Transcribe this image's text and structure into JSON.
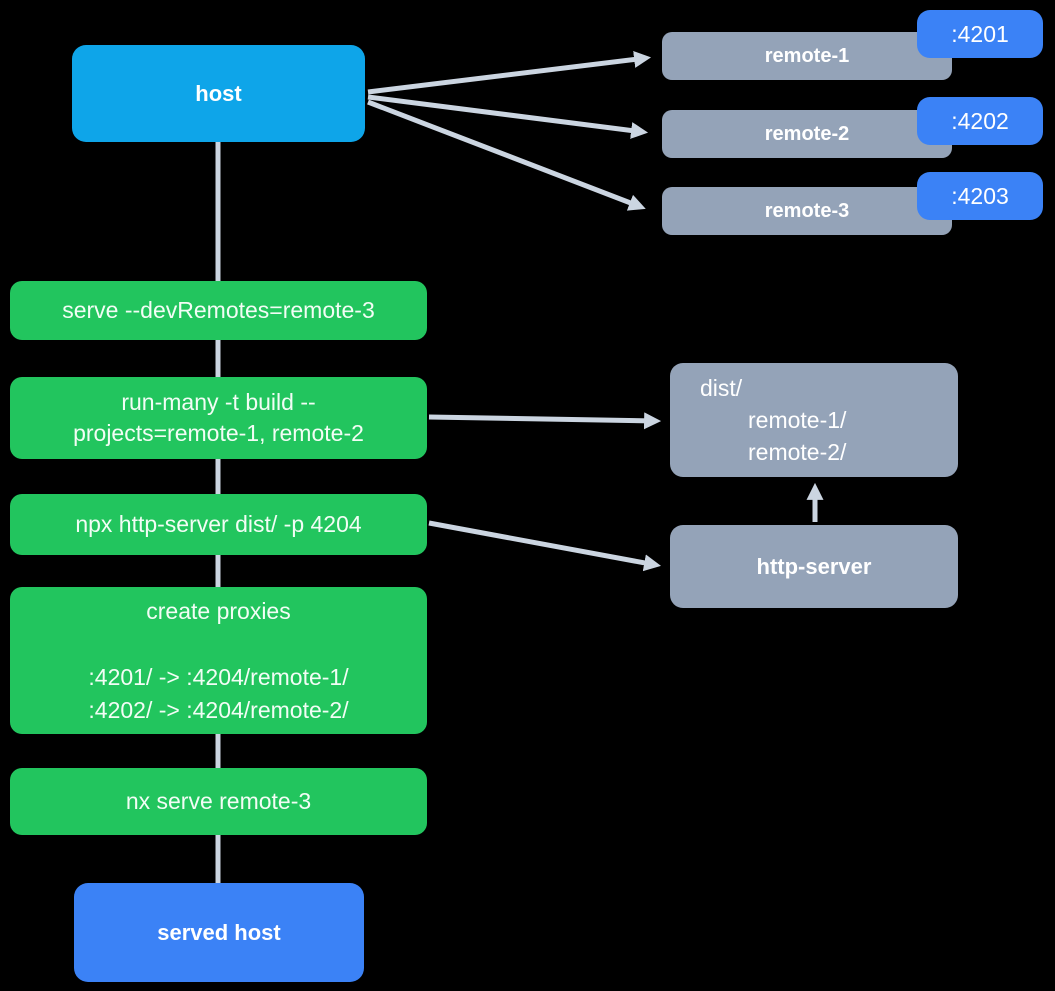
{
  "diagram": {
    "host": {
      "label": "host"
    },
    "remotes": [
      {
        "label": "remote-1",
        "port": ":4201"
      },
      {
        "label": "remote-2",
        "port": ":4202"
      },
      {
        "label": "remote-3",
        "port": ":4203"
      }
    ],
    "steps": [
      {
        "lines": [
          "serve --devRemotes=remote-3"
        ]
      },
      {
        "lines": [
          "run-many -t build --",
          "projects=remote-1, remote-2"
        ]
      },
      {
        "lines": [
          "npx http-server dist/ -p 4204"
        ]
      },
      {
        "lines": [
          "create proxies",
          "",
          ":4201/ -> :4204/remote-1/",
          ":4202/ -> :4204/remote-2/"
        ]
      },
      {
        "lines": [
          "nx serve remote-3"
        ]
      }
    ],
    "dist_box": {
      "lines": [
        "dist/",
        "remote-1/",
        "remote-2/"
      ]
    },
    "http_server": {
      "label": "http-server"
    },
    "served_host": {
      "label": "served host"
    }
  },
  "colors": {
    "background": "#000000",
    "host_box": "#0EA5E9",
    "remote_box": "#94A3B8",
    "port_badge": "#3B82F6",
    "step_box": "#22C55E",
    "served_host_box": "#3B82F6",
    "connector": "#CBD5E1"
  }
}
